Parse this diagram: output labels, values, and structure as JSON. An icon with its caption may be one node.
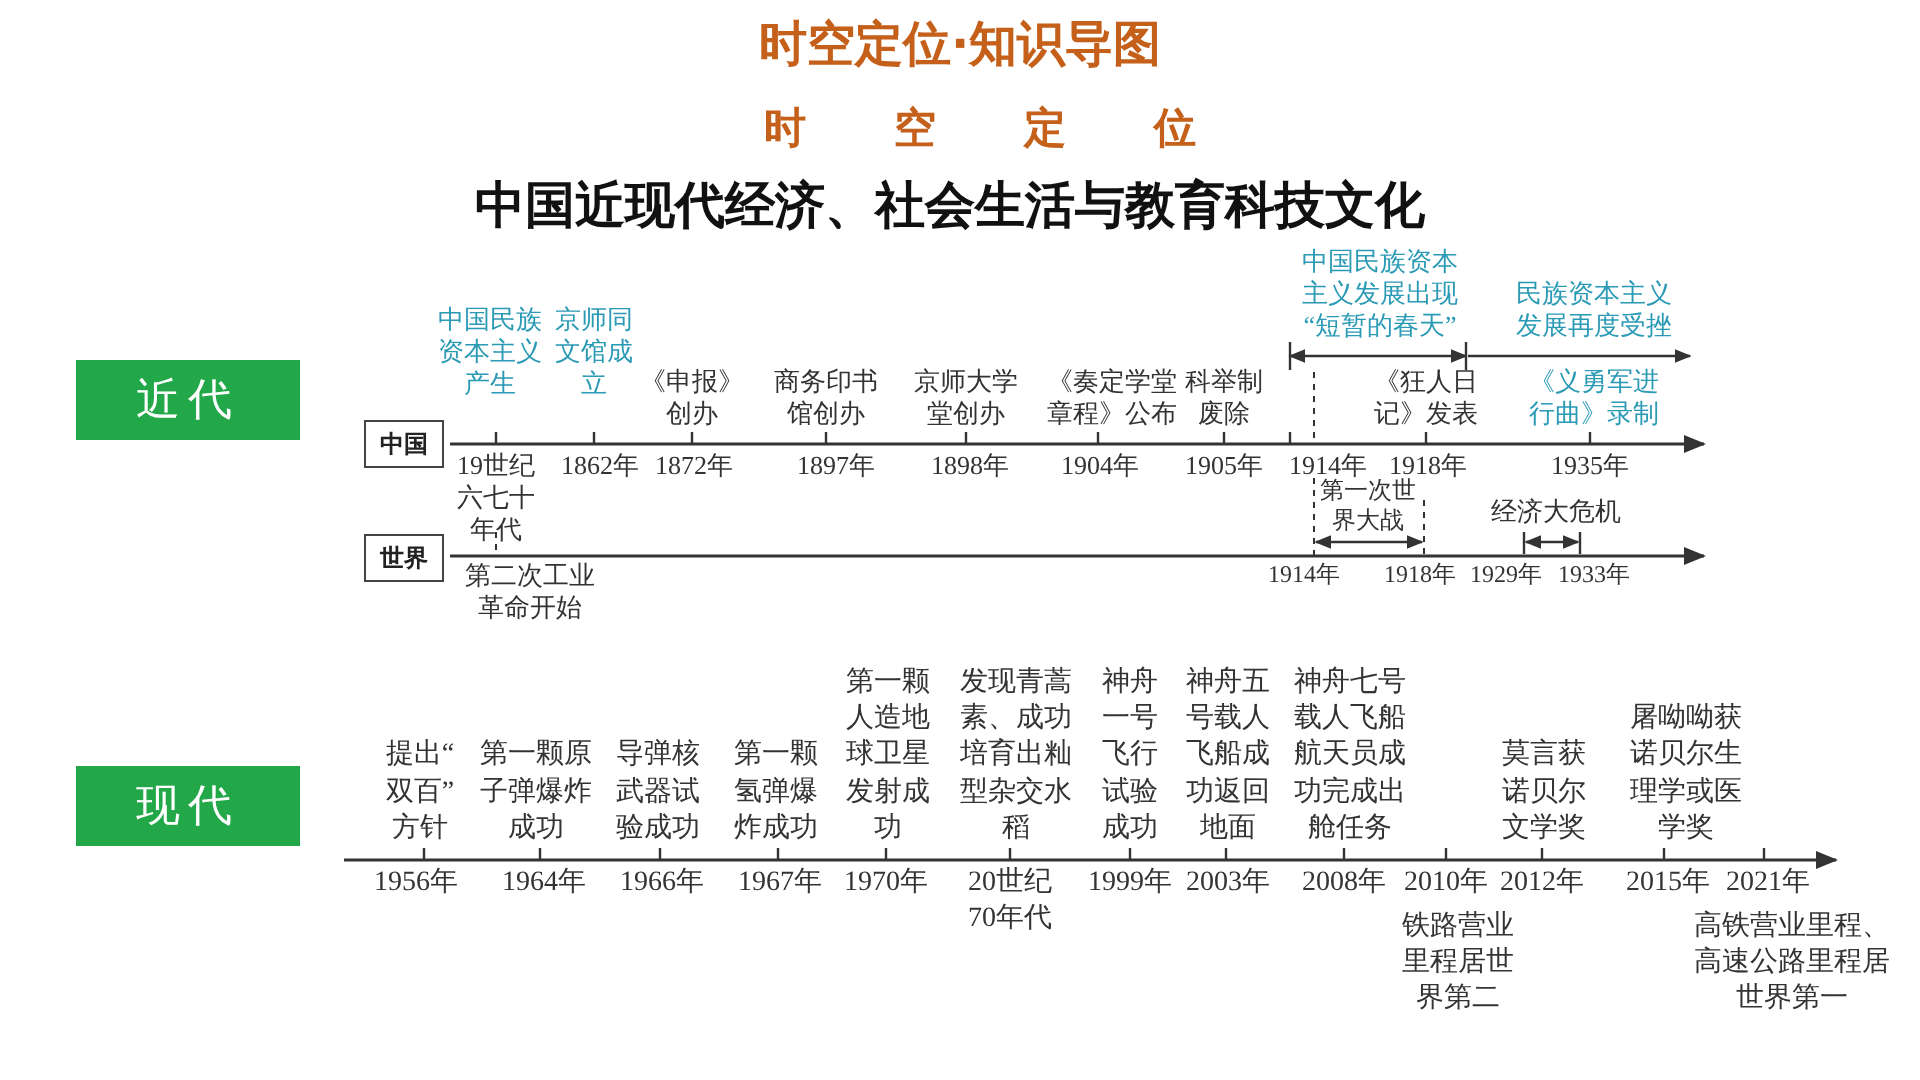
{
  "diagram": {
    "title": "时空定位·知识导图",
    "nodes": [
      {
        "text": [
          "近代"
        ]
      },
      {
        "text": [
          "中国"
        ]
      },
      {
        "text": [
          "世界"
        ]
      },
      {
        "text": [
          "现代"
        ]
      }
    ],
    "labels": [
      "时空定位",
      "中国近现代经济、社会生活与教育科技文化",
      "中国民族资本主义产生",
      "京师同文馆成立",
      "《申报》创办",
      "商务印书馆创办",
      "京师大学堂创办",
      "《奏定学堂章程》公布",
      "科举制废除",
      "中国民族资本主义发展出现“短暂的春天”",
      "民族资本主义发展再度受挫",
      "《狂人日记》发表",
      "《义勇军进行曲》录制",
      "19世纪六七十年代",
      "1862年",
      "1872年",
      "1897年",
      "1898年",
      "1904年",
      "1905年",
      "1914年",
      "1918年",
      "1935年",
      "第一次世界大战",
      "经济大危机",
      "第二次工业革命开始",
      "1914年",
      "1918年",
      "1929年",
      "1933年",
      "提出“双百”方针",
      "第一颗原子弹爆炸成功",
      "导弹核武器试验成功",
      "第一颗氢弹爆炸成功",
      "第一颗人造地球卫星发射成功",
      "发现青蒿素、成功培育出籼型杂交水稻",
      "神舟一号飞行试验成功",
      "神舟五号载人飞船成功返回地面",
      "神舟七号载人飞船航天员成功完成出舱任务",
      "莫言获诺贝尔文学奖",
      "屠呦呦获诺贝尔生理学或医学奖",
      "1956年",
      "1964年",
      "1966年",
      "1967年",
      "1970年",
      "20世纪70年代",
      "1999年",
      "2003年",
      "2008年",
      "2010年",
      "2012年",
      "2015年",
      "2021年",
      "铁路营业里程居世界第二",
      "高铁营业里程、高速公路里程居世界第一"
    ]
  }
}
